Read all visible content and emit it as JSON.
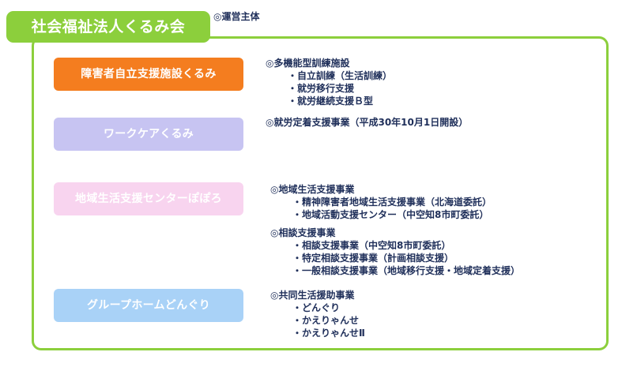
{
  "header": {
    "title": "社会福祉法人くるみ会",
    "operator_label": "◎運営主体"
  },
  "colors": {
    "frame": "#8ccf3c",
    "orange": "#f47d1f",
    "lavender": "#c7c4f2",
    "pink": "#f8d4ef",
    "lightblue": "#a9d2f7",
    "text": "#1f2f5a"
  },
  "facilities": [
    {
      "name": "障害者自立支援施設くるみ",
      "color": "#f47d1f",
      "sections": [
        {
          "heading": "◎多機能型訓練施設",
          "items": [
            "・自立訓練（生活訓練）",
            "・就労移行支援",
            "・就労継続支援Ｂ型"
          ]
        }
      ]
    },
    {
      "name": "ワークケアくるみ",
      "color": "#c7c4f2",
      "sections": [
        {
          "heading": "◎就労定着支援事業（平成30年10月1日開設）",
          "items": []
        }
      ]
    },
    {
      "name": "地域生活支援センターぽぽろ",
      "color": "#f8d4ef",
      "sections": [
        {
          "heading": "◎地域生活支援事業",
          "items": [
            "・精神障害者地域生活支援事業（北海道委託）",
            "・地域活動支援センター（中空知8市町委託）"
          ]
        },
        {
          "heading": "◎相談支援事業",
          "items": [
            "・相談支援事業（中空知8市町委託）",
            "・特定相談支援事業（計画相談支援）",
            "・一般相談支援事業（地域移行支援・地域定着支援）"
          ]
        }
      ]
    },
    {
      "name": "グループホームどんぐり",
      "color": "#a9d2f7",
      "sections": [
        {
          "heading": "◎共同生活援助事業",
          "items": [
            "・どんぐり",
            "・かえりゃんせ",
            "・かえりゃんせⅡ"
          ]
        }
      ]
    }
  ]
}
